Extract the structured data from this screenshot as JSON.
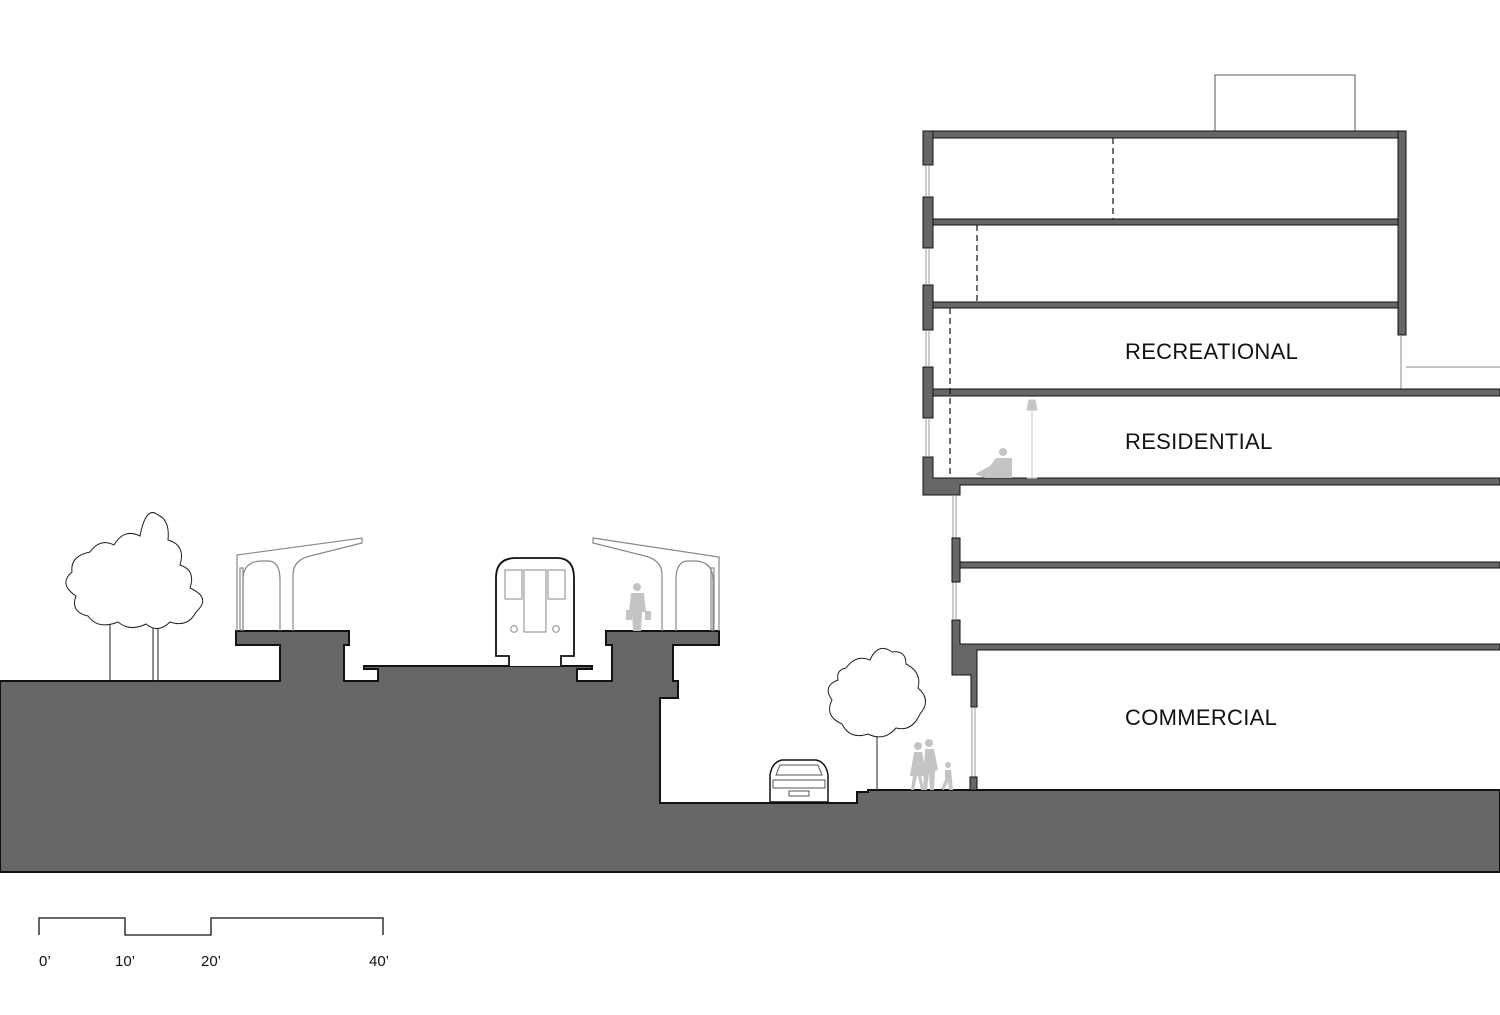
{
  "diagram": {
    "type": "architectural-section",
    "program_labels": {
      "recreational": "RECREATIONAL",
      "residential": "RESIDENTIAL",
      "commercial": "COMMERCIAL"
    },
    "scale_bar": {
      "labels": [
        "0’",
        "10’",
        "20’",
        "40’"
      ]
    },
    "colors": {
      "poche": "#666666",
      "outline": "#111111",
      "figures": "#c4c4c4",
      "light_line": "#888888"
    }
  }
}
